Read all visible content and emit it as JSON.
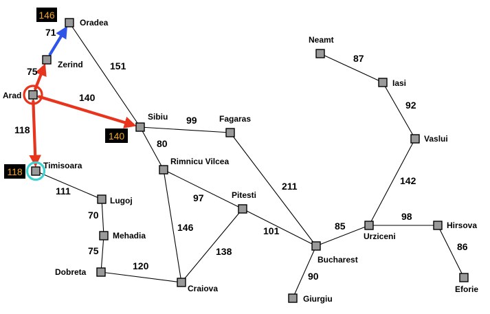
{
  "cities": [
    {
      "id": "oradea",
      "name": "Oradea"
    },
    {
      "id": "zerind",
      "name": "Zerind"
    },
    {
      "id": "arad",
      "name": "Arad"
    },
    {
      "id": "timisoara",
      "name": "Timisoara"
    },
    {
      "id": "lugoj",
      "name": "Lugoj"
    },
    {
      "id": "mehadia",
      "name": "Mehadia"
    },
    {
      "id": "dobreta",
      "name": "Dobreta"
    },
    {
      "id": "craiova",
      "name": "Craiova"
    },
    {
      "id": "sibiu",
      "name": "Sibiu"
    },
    {
      "id": "fagaras",
      "name": "Fagaras"
    },
    {
      "id": "rimnicu",
      "name": "Rimnicu Vilcea"
    },
    {
      "id": "pitesti",
      "name": "Pitesti"
    },
    {
      "id": "bucharest",
      "name": "Bucharest"
    },
    {
      "id": "giurgiu",
      "name": "Giurgiu"
    },
    {
      "id": "urziceni",
      "name": "Urziceni"
    },
    {
      "id": "hirsova",
      "name": "Hirsova"
    },
    {
      "id": "eforie",
      "name": "Eforie"
    },
    {
      "id": "vaslui",
      "name": "Vaslui"
    },
    {
      "id": "iasi",
      "name": "Iasi"
    },
    {
      "id": "neamt",
      "name": "Neamt"
    }
  ],
  "roads": [
    {
      "from": "arad",
      "to": "zerind",
      "distance": "75"
    },
    {
      "from": "zerind",
      "to": "oradea",
      "distance": "71"
    },
    {
      "from": "oradea",
      "to": "sibiu",
      "distance": "151"
    },
    {
      "from": "arad",
      "to": "sibiu",
      "distance": "140"
    },
    {
      "from": "arad",
      "to": "timisoara",
      "distance": "118"
    },
    {
      "from": "timisoara",
      "to": "lugoj",
      "distance": "111"
    },
    {
      "from": "lugoj",
      "to": "mehadia",
      "distance": "70"
    },
    {
      "from": "mehadia",
      "to": "dobreta",
      "distance": "75"
    },
    {
      "from": "dobreta",
      "to": "craiova",
      "distance": "120"
    },
    {
      "from": "sibiu",
      "to": "fagaras",
      "distance": "99"
    },
    {
      "from": "sibiu",
      "to": "rimnicu",
      "distance": "80"
    },
    {
      "from": "rimnicu",
      "to": "pitesti",
      "distance": "97"
    },
    {
      "from": "rimnicu",
      "to": "craiova",
      "distance": "146"
    },
    {
      "from": "craiova",
      "to": "pitesti",
      "distance": "138"
    },
    {
      "from": "pitesti",
      "to": "bucharest",
      "distance": "101"
    },
    {
      "from": "fagaras",
      "to": "bucharest",
      "distance": "211"
    },
    {
      "from": "bucharest",
      "to": "giurgiu",
      "distance": "90"
    },
    {
      "from": "bucharest",
      "to": "urziceni",
      "distance": "85"
    },
    {
      "from": "urziceni",
      "to": "hirsova",
      "distance": "98"
    },
    {
      "from": "hirsova",
      "to": "eforie",
      "distance": "86"
    },
    {
      "from": "urziceni",
      "to": "vaslui",
      "distance": "142"
    },
    {
      "from": "vaslui",
      "to": "iasi",
      "distance": "92"
    },
    {
      "from": "iasi",
      "to": "neamt",
      "distance": "87"
    }
  ],
  "search": {
    "expanded_node": "arad",
    "selected_node": "timisoara",
    "expanded_edges": [
      {
        "from": "arad",
        "to": "zerind",
        "color": "#e8341c"
      },
      {
        "from": "zerind",
        "to": "oradea",
        "color": "#2f55e8"
      },
      {
        "from": "arad",
        "to": "sibiu",
        "color": "#e8341c"
      },
      {
        "from": "arad",
        "to": "timisoara",
        "color": "#e8341c"
      }
    ],
    "path_costs": [
      {
        "node": "oradea",
        "cost": "146"
      },
      {
        "node": "sibiu",
        "cost": "140"
      },
      {
        "node": "timisoara",
        "cost": "118"
      }
    ],
    "colors": {
      "expanded_circle": "#e8341c",
      "selected_circle": "#3fd0d0",
      "cost_badge_bg": "#000000",
      "cost_badge_text": "#f5a623"
    }
  }
}
